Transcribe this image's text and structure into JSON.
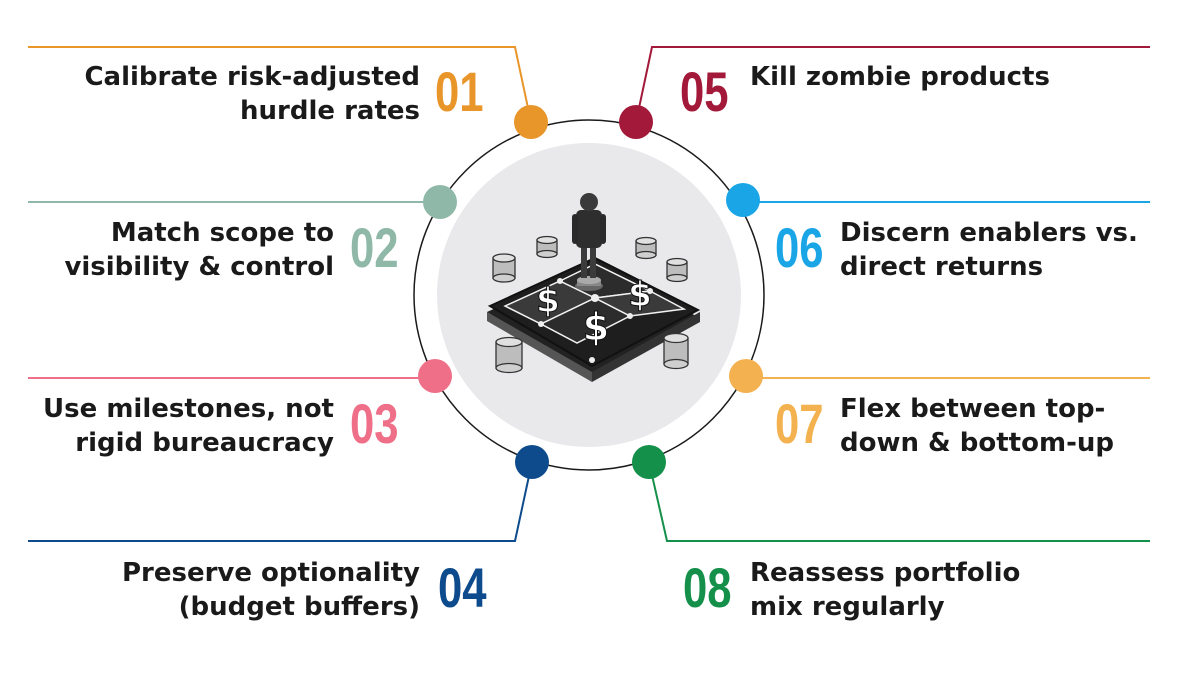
{
  "items": [
    {
      "number": "01",
      "lines": [
        "Calibrate risk-adjusted",
        "hurdle rates"
      ],
      "color": "#e8952a"
    },
    {
      "number": "02",
      "lines": [
        "Match scope to",
        "visibility & control"
      ],
      "color": "#8fb8a8"
    },
    {
      "number": "03",
      "lines": [
        "Use milestones, not",
        "rigid bureaucracy"
      ],
      "color": "#ee6f87"
    },
    {
      "number": "04",
      "lines": [
        "Preserve optionality",
        "(budget buffers)"
      ],
      "color": "#0e4b8c"
    },
    {
      "number": "05",
      "lines": [
        "Kill zombie products"
      ],
      "color": "#a3193a"
    },
    {
      "number": "06",
      "lines": [
        "Discern enablers vs.",
        "direct returns"
      ],
      "color": "#1aa6e6"
    },
    {
      "number": "07",
      "lines": [
        "Flex between top-",
        "down & bottom-up"
      ],
      "color": "#f3b24f"
    },
    {
      "number": "08",
      "lines": [
        "Reassess portfolio",
        "mix regularly"
      ],
      "color": "#14904a"
    }
  ],
  "center_image": "chessboard-dollar-strategist-illustration"
}
